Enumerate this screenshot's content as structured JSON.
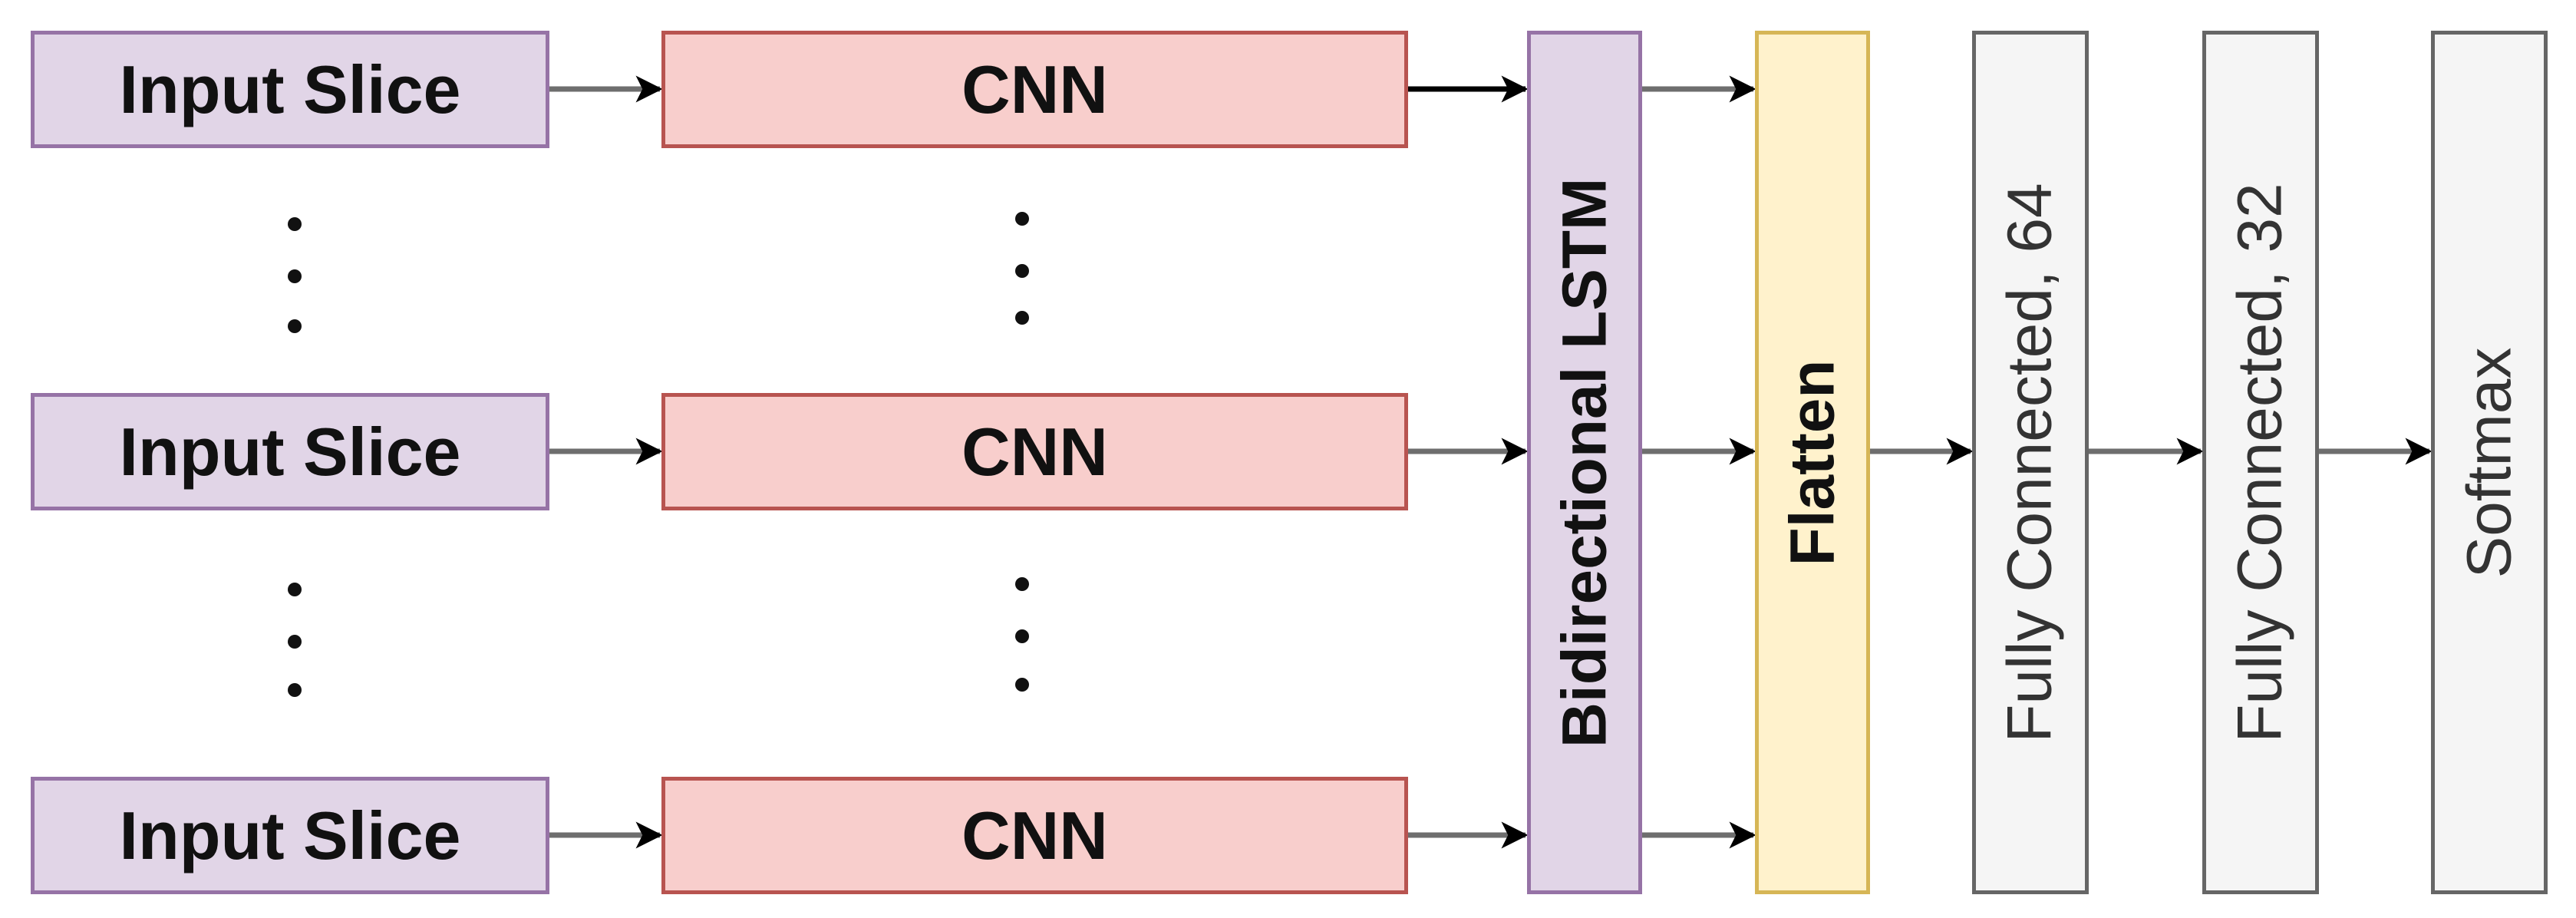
{
  "colors": {
    "input_slice_fill": "#e1d5e7",
    "input_slice_border": "#9673a6",
    "cnn_fill": "#f8cecc",
    "cnn_border": "#b85450",
    "lstm_fill": "#e1d5e7",
    "lstm_border": "#9673a6",
    "flatten_fill": "#fff2cc",
    "flatten_border": "#d6b656",
    "dense_fill": "#f5f5f5",
    "dense_border": "#666666",
    "dense_text": "#333333",
    "arrow_black": "#000000",
    "arrow_gray": "#6e6e6e"
  },
  "rows": [
    {
      "input_label": "Input Slice",
      "cnn_label": "CNN"
    },
    {
      "input_label": "Input Slice",
      "cnn_label": "CNN"
    },
    {
      "input_label": "Input Slice",
      "cnn_label": "CNN"
    }
  ],
  "layers": {
    "bilstm": "Bidirectional LSTM",
    "flatten": "Flatten",
    "fc64": "Fully Connected, 64",
    "fc32": "Fully Connected, 32",
    "softmax": "Softmax"
  }
}
